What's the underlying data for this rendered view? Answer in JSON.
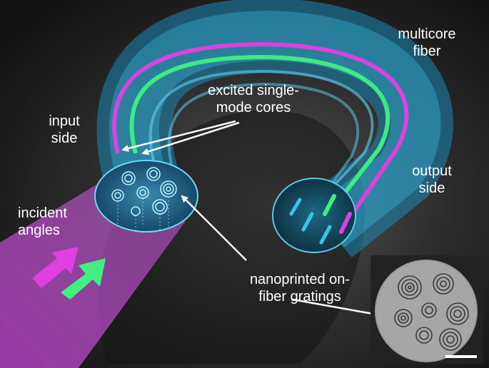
{
  "labels": {
    "multicore_fiber": "multicore\nfiber",
    "excited_cores": "excited single-\nmode cores",
    "input_side": "input\nside",
    "output_side": "output\nside",
    "incident_angles": "incident\nangles",
    "gratings": "nanoprinted on-\nfiber gratings"
  },
  "colors": {
    "core_magenta": "#e040e0",
    "core_green": "#40f080",
    "cladding_cyan": "#29b6d8",
    "background": "#1c1c1c",
    "beam_magenta": "#c040c8"
  },
  "icons": {
    "magenta_arrow": "arrow-up-right-icon",
    "green_arrow": "arrow-up-right-icon"
  }
}
